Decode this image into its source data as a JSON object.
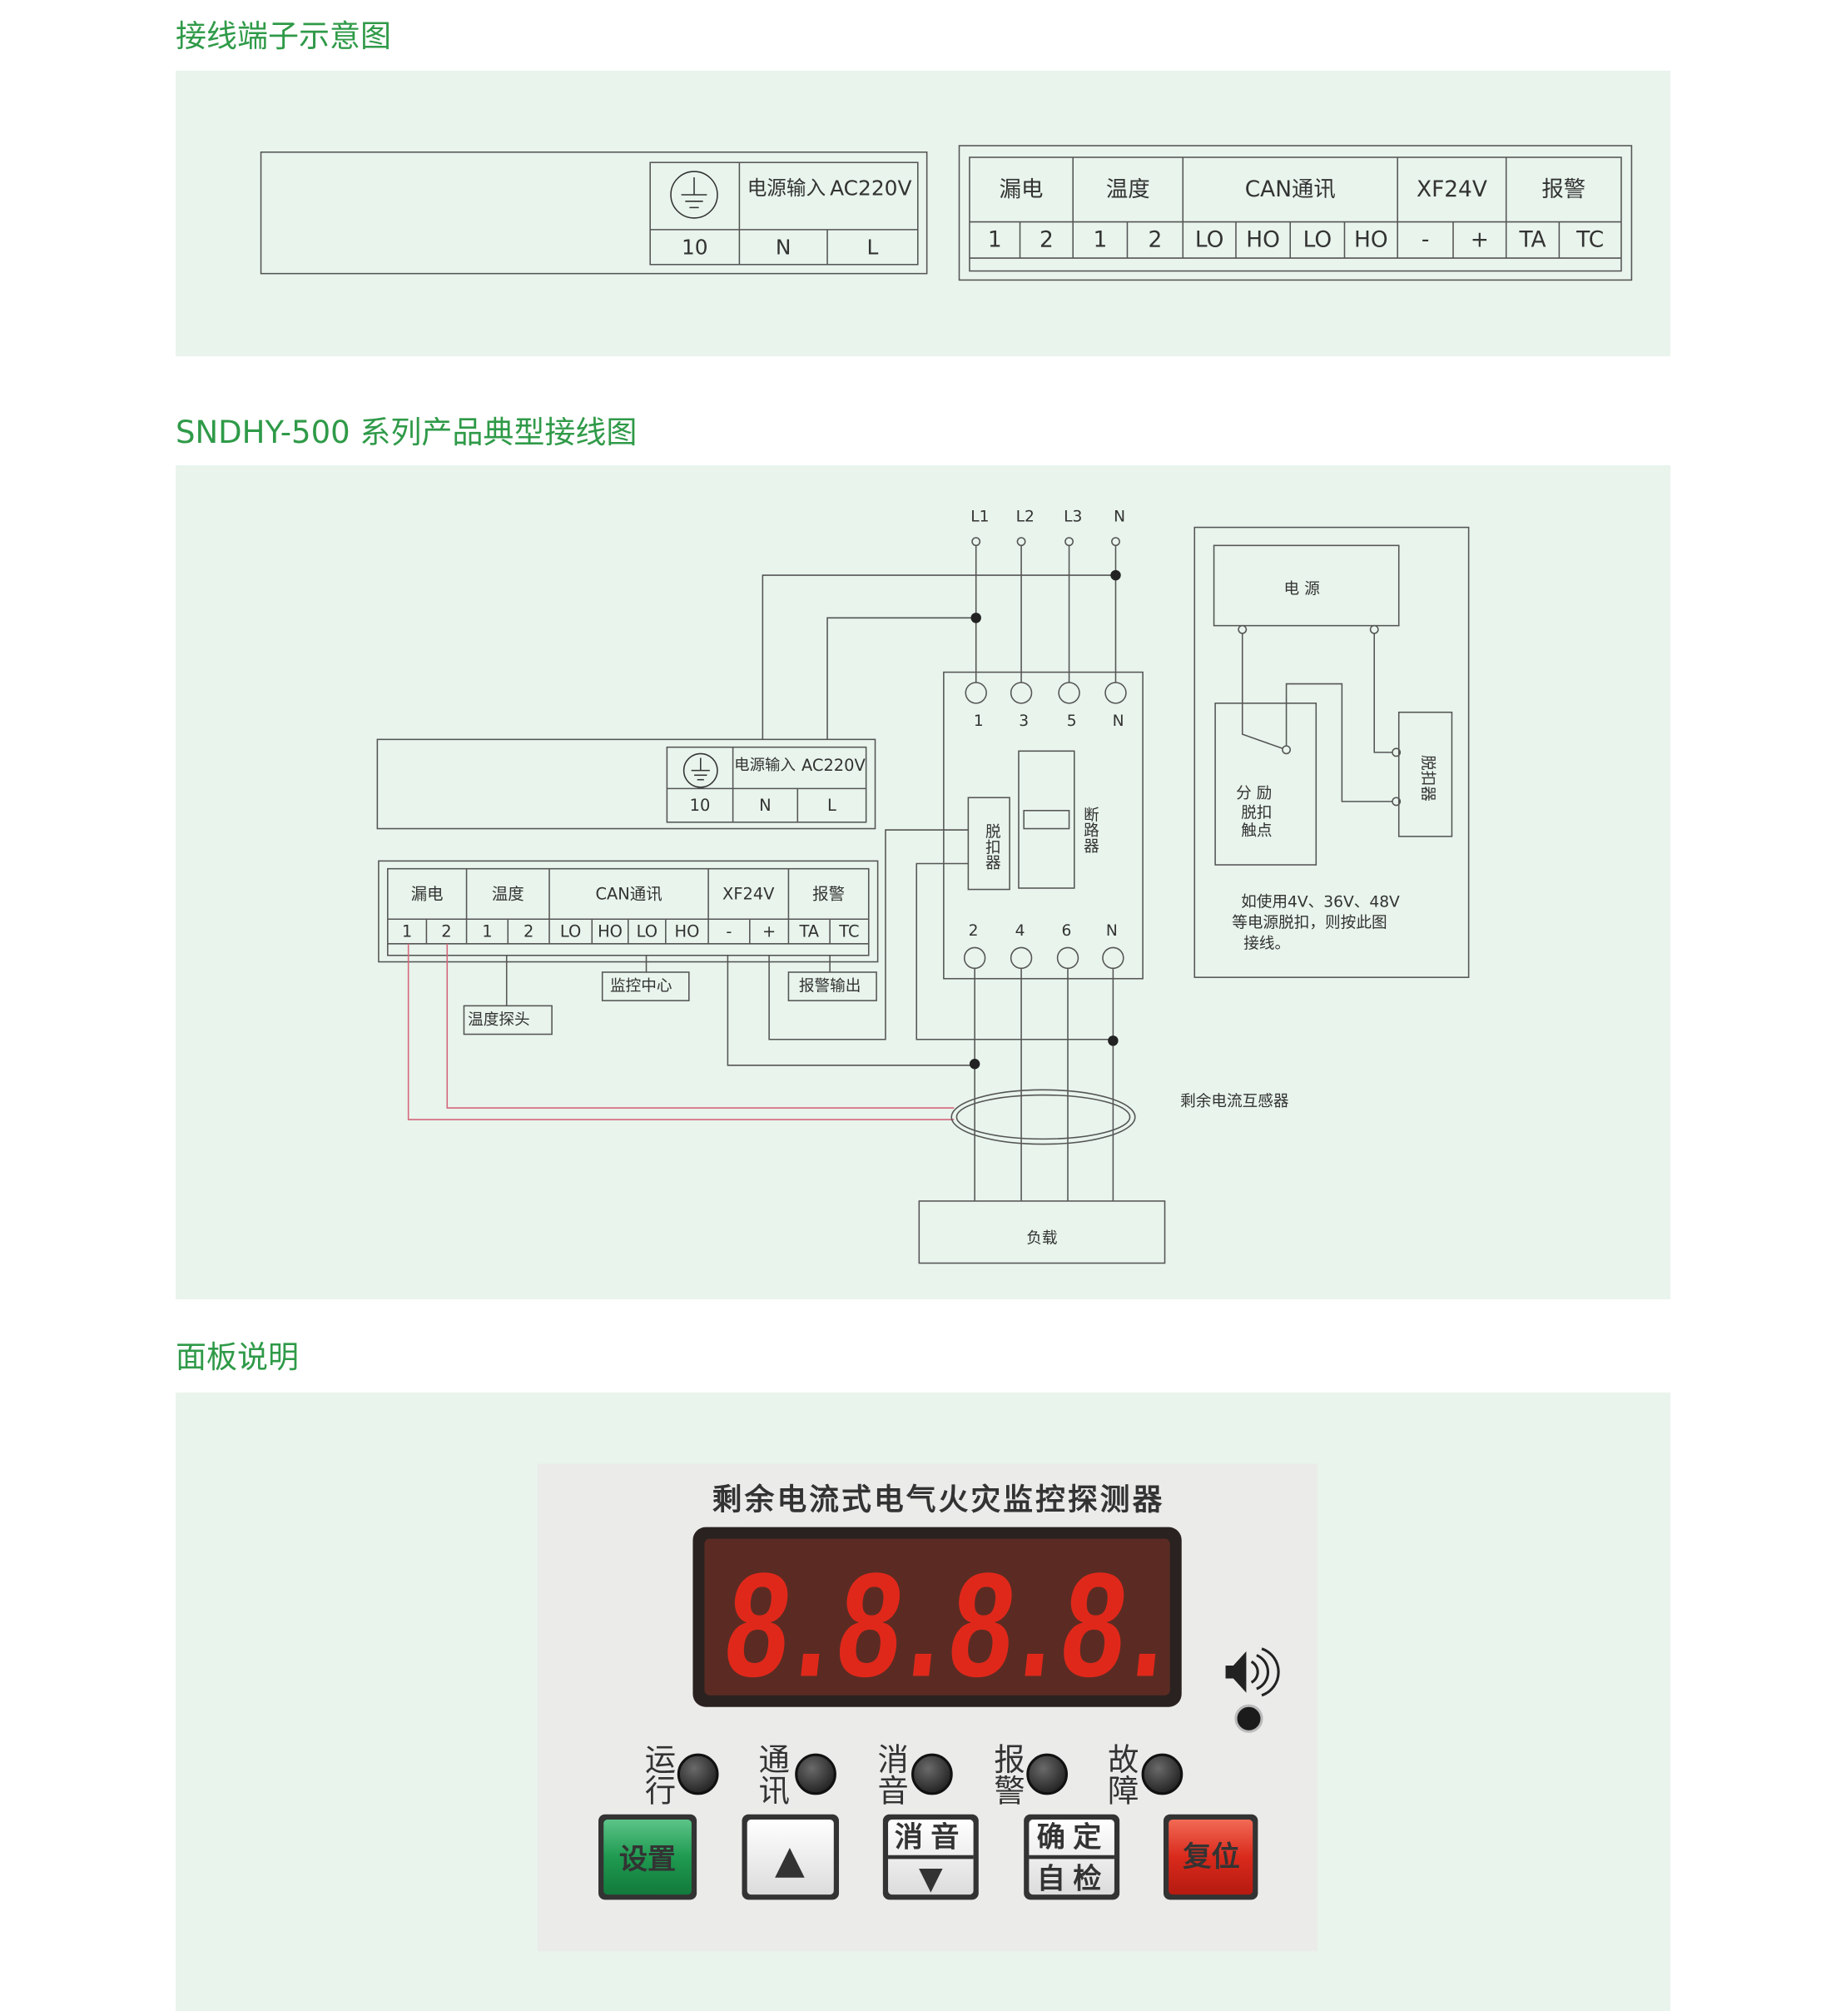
{
  "sections": {
    "terminal_title": "接线端子示意图",
    "wiring_title": "SNDHY-500 系列产品典型接线图",
    "panel_title": "面板说明"
  },
  "power_block": {
    "icon": "ground-icon",
    "label": "电源输入",
    "voltage": "AC220V",
    "terminals": [
      "10",
      "N",
      "L"
    ]
  },
  "signal_block": {
    "groups": [
      "漏电",
      "温度",
      "CAN通讯",
      "XF24V",
      "报警"
    ],
    "terminals": [
      "1",
      "2",
      "1",
      "2",
      "LO",
      "HO",
      "LO",
      "HO",
      "-",
      "+",
      "TA",
      "TC"
    ]
  },
  "wiring": {
    "phases": [
      "L1",
      "L2",
      "L3",
      "N"
    ],
    "breaker_top": [
      "1",
      "3",
      "5",
      "N"
    ],
    "breaker_bottom": [
      "2",
      "4",
      "6",
      "N"
    ],
    "trip_unit": "脱扣器",
    "breaker": "断路器",
    "temp_probe": "温度探头",
    "monitor_center": "监控中心",
    "alarm_output": "报警输出",
    "current_transformer": "剩余电流互感器",
    "load": "负载",
    "power": "电源",
    "shunt": [
      "分 励",
      "脱扣",
      "触点"
    ],
    "trip_device": "脱扣器",
    "note": [
      "如使用4V、36V、48V",
      "等电源脱扣，则按此图",
      "接线。"
    ]
  },
  "device": {
    "title": "剩余电流式电气火灾监控探测器",
    "display": "8.8.8.8.",
    "indicators": [
      "运行",
      "通讯",
      "消音",
      "报警",
      "故障"
    ],
    "buttons": {
      "set": "设置",
      "up": "▲",
      "mute": "消音",
      "down": "▼",
      "confirm": "确定",
      "selftest": "自检",
      "reset": "复位"
    },
    "speaker_icon": "speaker-icon"
  },
  "colors": {
    "title_green": "#2f9a48",
    "panel_bg": "#e8f4ec",
    "line": "#555555",
    "red_wire": "#d4667a",
    "segment_red": "#e0281a",
    "button_green": "#1f9a50",
    "button_red": "#d92a1c"
  }
}
